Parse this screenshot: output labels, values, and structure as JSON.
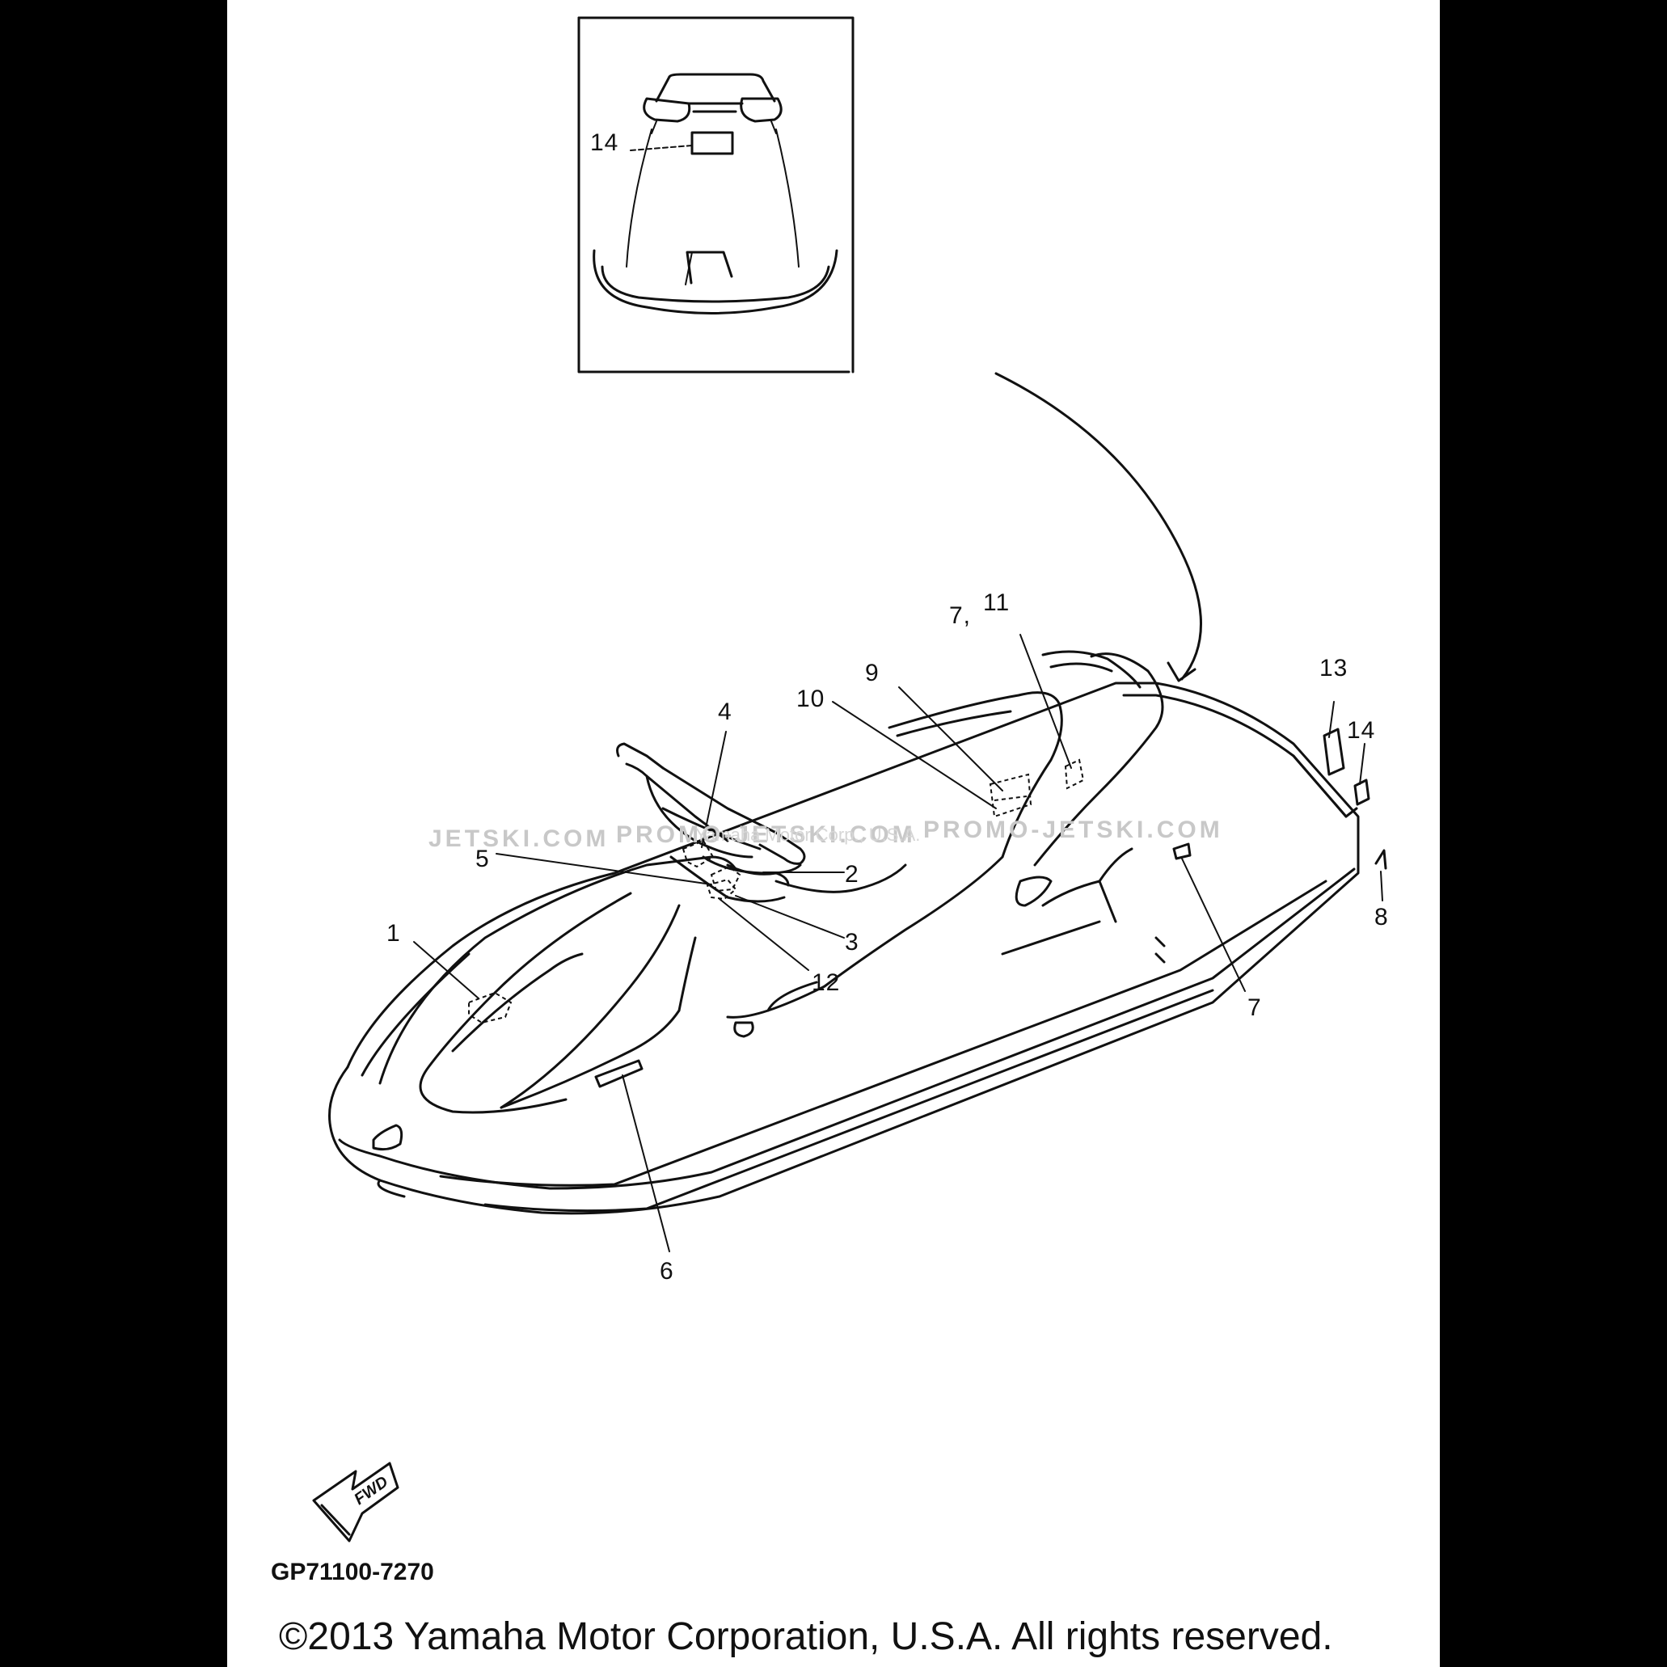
{
  "callouts": {
    "c1": "1",
    "c2": "2",
    "c3": "3",
    "c4": "4",
    "c5": "5",
    "c6": "6",
    "c7_side": "7",
    "c7_11_prefix": "7,",
    "c7_11_sup": "11",
    "c8": "8",
    "c9": "9",
    "c10": "10",
    "c12": "12",
    "c13": "13",
    "c14_right": "14",
    "c14_inset": "14"
  },
  "watermarks": {
    "left": "JETSKI.COM",
    "middle": "PROMO-JETSKI.COM",
    "right": "PROMO-JETSKI.COM",
    "faint": "Yamaha Motor Corp., U.S.A."
  },
  "fwd_label": "FWD",
  "part_number": "GP71100-7270",
  "copyright": "©2013 Yamaha Motor Corporation, U.S.A. All rights reserved.",
  "icons": {
    "forward_arrow": "fwd-arrow-icon"
  }
}
